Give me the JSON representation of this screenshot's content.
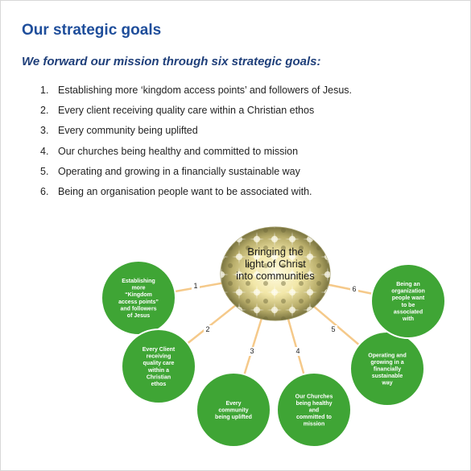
{
  "title": "Our strategic goals",
  "subtitle": "We forward our mission through six strategic goals:",
  "goals": [
    {
      "num": "1.",
      "text": "Establishing more ‘kingdom access points’ and followers of Jesus."
    },
    {
      "num": "2.",
      "text": "Every client receiving quality care within a Christian ethos"
    },
    {
      "num": "3.",
      "text": "Every community being uplifted"
    },
    {
      "num": "4.",
      "text": "Our churches being healthy and committed to mission"
    },
    {
      "num": "5.",
      "text": "Operating and growing in a financially sustainable way"
    },
    {
      "num": "6.",
      "text": "Being an organisation people want to be associated with."
    }
  ],
  "diagram": {
    "center_lines": [
      "Bringing the",
      "light of Christ",
      "into communities"
    ],
    "nodes": [
      {
        "num": "1",
        "lines": [
          "Establishing",
          "more",
          "“Kingdom",
          "access points”",
          "and followers",
          "of Jesus"
        ]
      },
      {
        "num": "2",
        "lines": [
          "Every Client",
          "receiving",
          "quality care",
          "within a",
          "Christian",
          "ethos"
        ]
      },
      {
        "num": "3",
        "lines": [
          "Every",
          "community",
          "being  uplifted"
        ]
      },
      {
        "num": "4",
        "lines": [
          "Our  Churches",
          "being healthy",
          "and",
          "committed to",
          "mission"
        ]
      },
      {
        "num": "5",
        "lines": [
          "Operating and",
          "growing in a",
          "financially",
          "sustainable",
          "way"
        ]
      },
      {
        "num": "6",
        "lines": [
          "Being an",
          "organization",
          "people want",
          "to be",
          "associated",
          "with"
        ]
      }
    ],
    "colors": {
      "node_fill": "#3fa535",
      "node_stroke": "#ffffff",
      "connector": "#f5c98a",
      "center_base": "#8a8a4a",
      "center_glow": "#f7f0b8"
    }
  }
}
